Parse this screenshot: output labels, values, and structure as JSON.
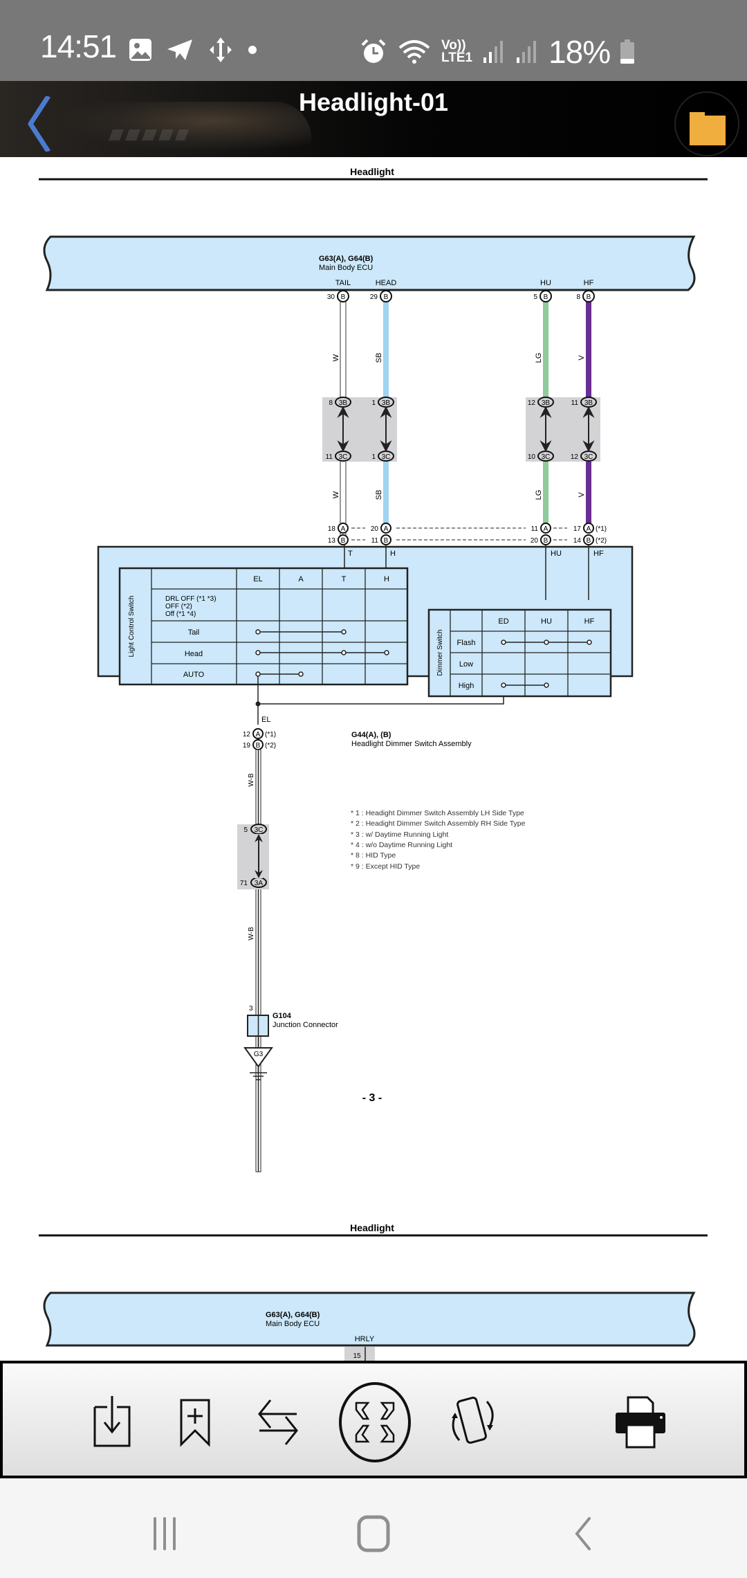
{
  "status_bar": {
    "time": "14:51",
    "left_icons": [
      "gallery-icon",
      "telegram-icon",
      "move-icon",
      "dot-icon"
    ],
    "right_icons": [
      "alarm-icon",
      "wifi-icon",
      "volte-icon",
      "signal-icon",
      "signal-icon",
      "battery-icon"
    ],
    "volte_top": "Vo))",
    "volte_bottom": "LTE1",
    "battery": "18%"
  },
  "app_bar": {
    "title": "Headlight-01",
    "back_icon": "chevron-left-icon",
    "folder_icon": "folder-icon",
    "accent": "#4a7bd0",
    "folder_color": "#f0ae3e"
  },
  "diagram": {
    "page_header": "Headlight",
    "page_number": "- 3 -",
    "wire_colors": {
      "W": "#ffffff",
      "SB": "#9fd4f0",
      "LG": "#8fcb9b",
      "V": "#6a2d91",
      "fill": "#cce8fa",
      "junction": "#d3d3d6"
    },
    "ecu": {
      "code": "G63(A), G64(B)",
      "name": "Main Body ECU",
      "pins": [
        {
          "label": "TAIL",
          "pin": "30",
          "conn": "B"
        },
        {
          "label": "HEAD",
          "pin": "29",
          "conn": "B"
        },
        {
          "label": "HU",
          "pin": "5",
          "conn": "B"
        },
        {
          "label": "HF",
          "pin": "8",
          "conn": "B"
        }
      ]
    },
    "wires_upper": [
      "W",
      "SB",
      "LG",
      "V"
    ],
    "junction_left": [
      {
        "top_pin": "8",
        "top_conn": "3B",
        "bottom_pin": "11",
        "bottom_conn": "3C"
      },
      {
        "top_pin": "1",
        "top_conn": "3B",
        "bottom_pin": "1",
        "bottom_conn": "3C"
      }
    ],
    "junction_right": [
      {
        "top_pin": "12",
        "top_conn": "3B",
        "bottom_pin": "10",
        "bottom_conn": "3C"
      },
      {
        "top_pin": "11",
        "top_conn": "3B",
        "bottom_pin": "12",
        "bottom_conn": "3C"
      }
    ],
    "wires_lower": [
      "W",
      "SB",
      "LG",
      "V"
    ],
    "switch_pins": {
      "row_a": {
        "pins": [
          "18",
          "20",
          "11",
          "17"
        ],
        "conn": "A",
        "note": "(*1)"
      },
      "row_b": {
        "pins": [
          "13",
          "11",
          "20",
          "14"
        ],
        "conn": "B",
        "note": "(*2)"
      },
      "terminals": [
        "T",
        "H",
        "HU",
        "HF"
      ]
    },
    "light_control_switch": {
      "title": "Light Control Switch",
      "columns": [
        "EL",
        "A",
        "T",
        "H"
      ],
      "rows": [
        {
          "label": "DRL OFF (*1 *3)\nOFF (*2)\nOff (*1 *4)",
          "contacts": []
        },
        {
          "label": "Tail",
          "contacts": [
            "EL",
            "T"
          ]
        },
        {
          "label": "Head",
          "contacts": [
            "EL",
            "T",
            "H"
          ]
        },
        {
          "label": "AUTO",
          "contacts": [
            "EL",
            "A"
          ]
        }
      ]
    },
    "dimmer_switch": {
      "title": "Dimmer Switch",
      "columns": [
        "ED",
        "HU",
        "HF"
      ],
      "rows": [
        {
          "label": "Flash",
          "contacts": [
            "ED",
            "HU",
            "HF"
          ]
        },
        {
          "label": "Low",
          "contacts": []
        },
        {
          "label": "High",
          "contacts": [
            "ED",
            "HU"
          ]
        }
      ]
    },
    "ground_terminal": "EL",
    "dimmer_assembly": {
      "code": "G44(A), (B)",
      "name": "Headlight Dimmer Switch Assembly",
      "pin_a": "12",
      "conn_a": "A",
      "note_a": "(*1)",
      "pin_b": "19",
      "conn_b": "B",
      "note_b": "(*2)"
    },
    "ground_wire": "W-B",
    "junction_lower": {
      "top_pin": "5",
      "top_conn": "3C",
      "bottom_pin": "71",
      "bottom_conn": "3A"
    },
    "notes": [
      "* 1 : Headight Dimmer Switch Assembly LH Side Type",
      "* 2 : Headight Dimmer Switch Assembly RH Side Type",
      "* 3 : w/ Daytime Running Light",
      "* 4 : w/o Daytime Running Light",
      "* 8 : HID Type",
      "* 9 : Except HID Type"
    ],
    "junction_connector": {
      "pin": "3",
      "code": "G104",
      "name": "Junction Connector"
    },
    "ground_point": "G3",
    "next_page": {
      "header": "Headlight",
      "ecu_code": "G63(A), G64(B)",
      "ecu_name": "Main Body ECU",
      "pin_label": "HRLY",
      "pin": "15"
    }
  },
  "toolbar": {
    "buttons": [
      {
        "icon": "download-icon"
      },
      {
        "icon": "bookmark-add-icon"
      },
      {
        "icon": "swap-icon"
      },
      {
        "icon": "fullscreen-icon"
      },
      {
        "icon": "rotate-icon"
      },
      {
        "icon": "print-icon"
      }
    ]
  },
  "nav_bar": {
    "buttons": [
      {
        "icon": "recents-icon"
      },
      {
        "icon": "home-icon"
      },
      {
        "icon": "back-icon"
      }
    ]
  }
}
